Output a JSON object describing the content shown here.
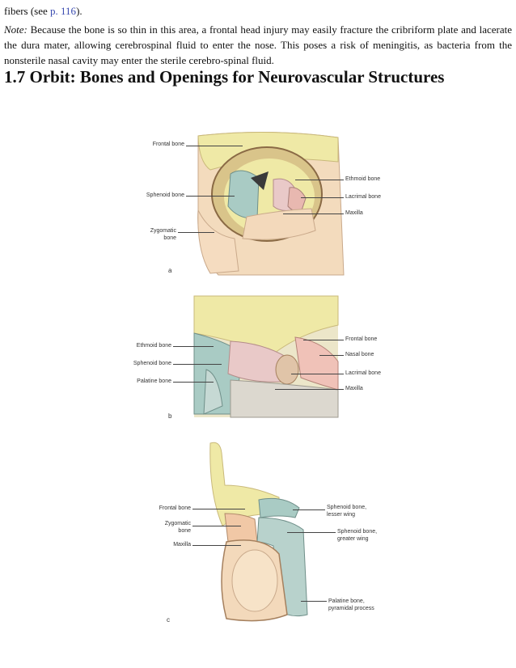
{
  "text": {
    "line1_prefix": "fibers (see ",
    "line1_link": "p. 116",
    "line1_suffix": ").",
    "note_label": "Note:",
    "note_body": " Because the bone is so thin in this area, a frontal head injury may easily fracture the cribriform plate and lacerate the dura mater, allowing cerebrospinal fluid to enter the nose. This poses a risk of meningitis, as bacteria from the nonsterile nasal cavity may enter the sterile cerebro-spinal fluid.",
    "heading": "1.7 Orbit: Bones and Openings for Neurovascular Structures"
  },
  "figure_a": {
    "sublabel": "a",
    "labels": {
      "frontal": "Frontal bone",
      "ethmoid": "Ethmoid bone",
      "sphenoid": "Sphenoid bone",
      "lacrimal": "Lacrimal bone",
      "maxilla": "Maxilla",
      "zygomatic_1": "Zygomatic",
      "zygomatic_2": "bone"
    }
  },
  "figure_b": {
    "sublabel": "b",
    "labels": {
      "ethmoid": "Ethmoid bone",
      "sphenoid": "Sphenoid bone",
      "palatine": "Palatine bone",
      "frontal": "Frontal bone",
      "nasal": "Nasal bone",
      "lacrimal": "Lacrimal bone",
      "maxilla": "Maxilla"
    }
  },
  "figure_c": {
    "sublabel": "c",
    "labels": {
      "frontal": "Frontal bone",
      "zygomatic_1": "Zygomatic",
      "zygomatic_2": "bone",
      "maxilla": "Maxilla",
      "sphenoid_lesser_1": "Sphenoid bone,",
      "sphenoid_lesser_2": "lesser wing",
      "sphenoid_greater_1": "Sphenoid bone,",
      "sphenoid_greater_2": "greater wing",
      "palatine_1": "Palatine bone,",
      "palatine_2": "pyramidal process"
    }
  },
  "colors": {
    "frontal": "#efe9a6",
    "sphenoid": "#a9cbc4",
    "ethmoid": "#e9c9c8",
    "zygomatic": "#f5dcc0",
    "maxilla": "#f3d9bb",
    "lacrimal": "#e8b8b0",
    "link": "#3a4bb0"
  }
}
